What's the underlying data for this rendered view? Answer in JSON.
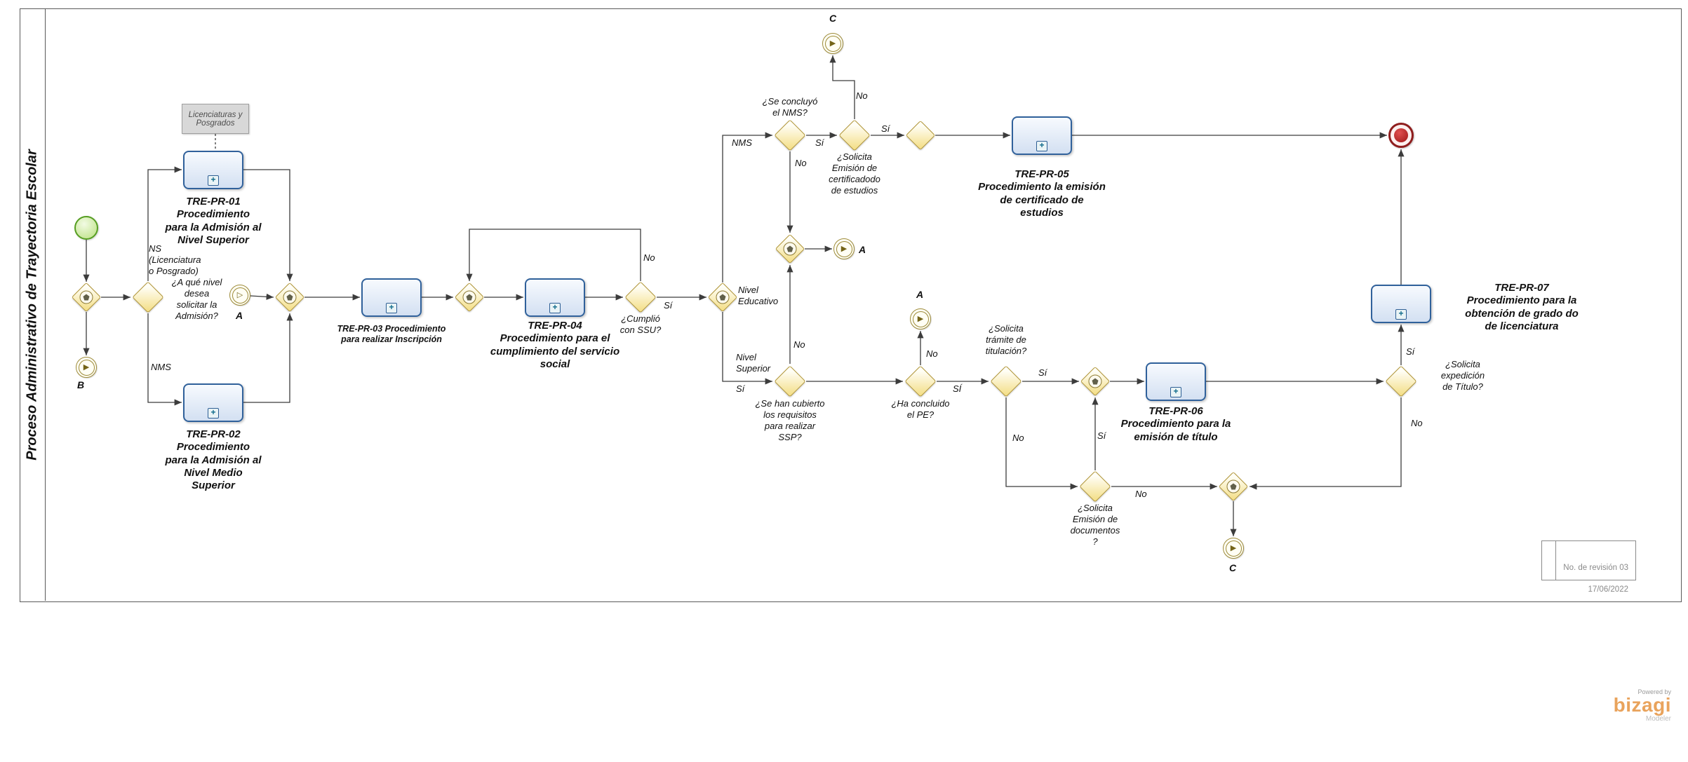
{
  "pool_title": "Proceso Administrativo de Trayectoria Escolar",
  "annotation": "Licenciaturas y\nPosgrados",
  "icons": {
    "plus": "+",
    "link_throw": "▶",
    "link_catch": "▷"
  },
  "tasks": {
    "pr01": "TRE-PR-01\nProcedimiento\npara la Admisión al\nNivel Superior",
    "pr02": "TRE-PR-02\nProcedimiento\npara la Admisión al\nNivel Medio\nSuperior",
    "pr03": "TRE-PR-03 Procedimiento\npara realizar Inscripción",
    "pr04": "TRE-PR-04\nProcedimiento para el\ncumplimiento del servicio\nsocial",
    "pr05": "TRE-PR-05\nProcedimiento la emisión\nde certificado de\nestudios",
    "pr06": "TRE-PR-06\nProcedimiento para la\nemisión de título",
    "pr07": "TRE-PR-07\nProcedimiento para la\nobtención de grado do\nde licenciatura"
  },
  "gateways": {
    "admision": "¿A qué nivel\ndesea\nsolicitar la\nAdmisión?",
    "ssu": "¿Cumplió\ncon SSU?",
    "nms_concluido": "¿Se concluyó\nel NMS?",
    "cert_estudios": "¿Solicita\nEmisión de\ncertificadodo\nde estudios",
    "requisitos_ssp": "¿Se han cubierto\nlos requisitos\npara realizar\nSSP?",
    "pe_concluido": "¿Ha concluido\nel PE?",
    "tramite_titulacion": "¿Solicita\ntrámite de\ntitulación?",
    "emision_documentos": "¿Solicita\nEmisión de\ndocumentos\n?",
    "expedicion_titulo": "¿Solicita\nexpedición\nde Título?",
    "nivel_educativo": "Nivel\nEducativo"
  },
  "labels": {
    "yes": "Sí",
    "yes_caps": "SÍ",
    "no": "No",
    "ns": "NS\n(Licenciatura\no Posgrado)",
    "nms": "NMS",
    "nivel_superior": "Nivel\nSuperior"
  },
  "links": {
    "a": "A",
    "b": "B",
    "c": "C"
  },
  "footer": {
    "revision": "No. de revisión 03",
    "date": "17/06/2022"
  },
  "logo": {
    "powered_by": "Powered by",
    "brand": "bizagi",
    "modeler": "Modeler"
  },
  "colors": {
    "task_border": "#30619b",
    "task_fill": "#d3e0f2",
    "gateway_border": "#b09537",
    "gateway_fill": "#f3dd82",
    "start_green": "#569e22",
    "end_red": "#8f1d1d",
    "link_olive": "#9d8b3a",
    "brand_orange": "#e9a35c"
  }
}
